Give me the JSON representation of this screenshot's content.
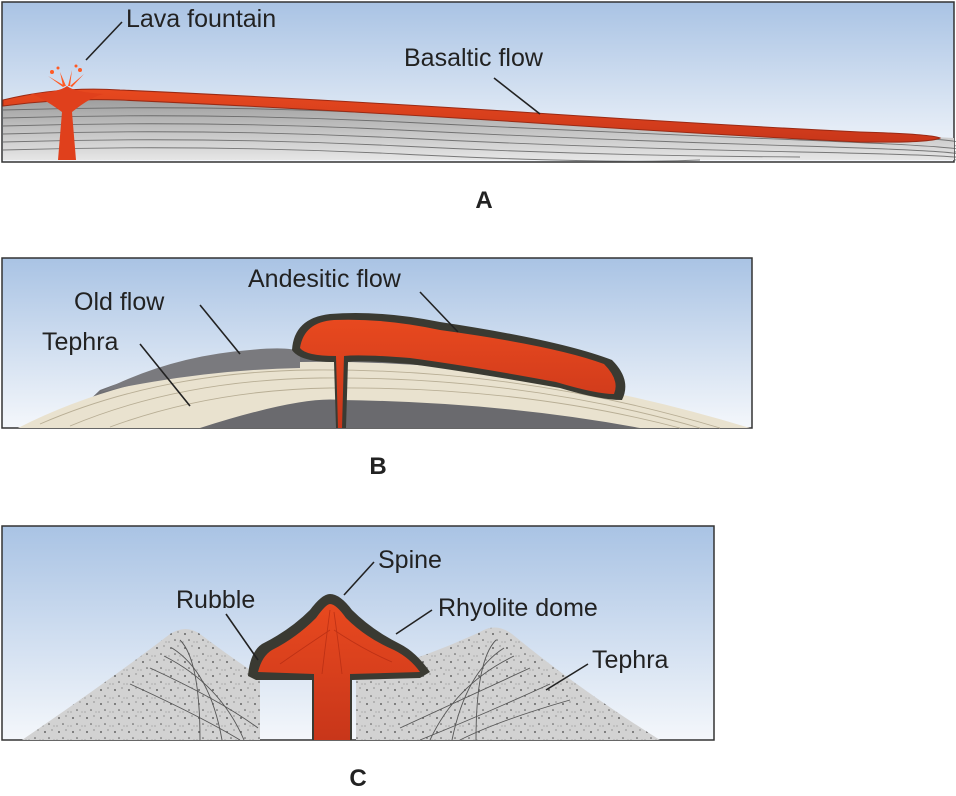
{
  "panels": [
    {
      "id": "A",
      "label": "A",
      "callouts": {
        "lava_fountain": "Lava fountain",
        "basaltic_flow": "Basaltic flow"
      }
    },
    {
      "id": "B",
      "label": "B",
      "callouts": {
        "old_flow": "Old flow",
        "tephra": "Tephra",
        "andesitic_flow": "Andesitic flow"
      }
    },
    {
      "id": "C",
      "label": "C",
      "callouts": {
        "rubble": "Rubble",
        "spine": "Spine",
        "rhyolite_dome": "Rhyolite dome",
        "tephra": "Tephra"
      }
    }
  ],
  "colors": {
    "sky_top": "#a9c3e4",
    "sky_bottom": "#f2f6fb",
    "lava": "#e0401c",
    "lava_dark": "#b5301a",
    "rubble": "#3a3a32",
    "tephra_light": "#e9e2cf",
    "old_flow": "#6f6f73",
    "cone_gray": "#cfcfcf"
  }
}
